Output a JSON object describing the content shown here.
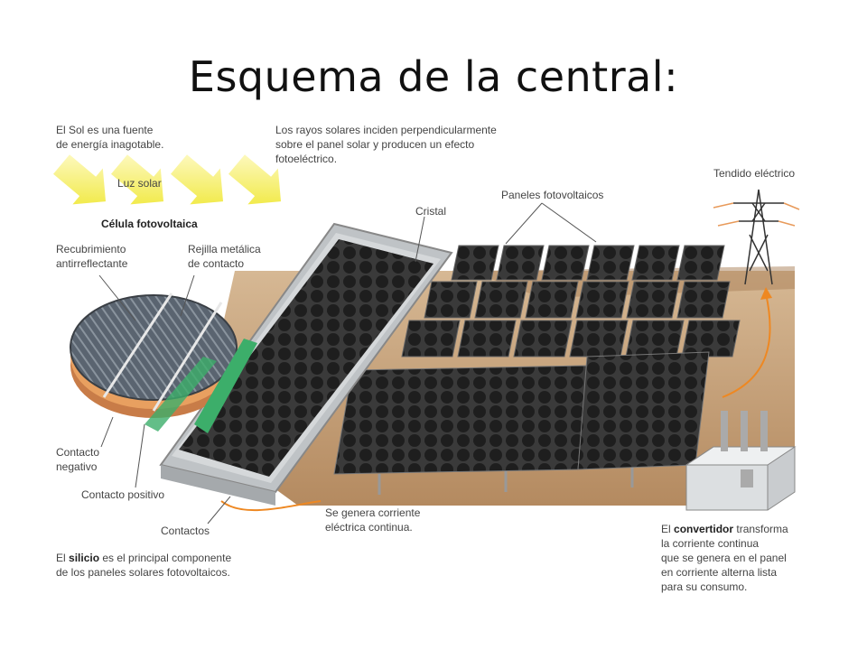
{
  "title": "Esquema de la central:",
  "labels": {
    "sun_1": "El Sol es una fuente",
    "sun_2": "de energía inagotable.",
    "rays_1": "Los rayos solares inciden perpendicularmente",
    "rays_2": "sobre el panel solar y producen un efecto",
    "rays_3": "fotoeléctrico.",
    "light": "Luz solar",
    "cell": "Célula fotovoltaica",
    "coating_1": "Recubrimiento",
    "coating_2": "antirreflectante",
    "grid_1": "Rejilla metálica",
    "grid_2": "de contacto",
    "glass": "Cristal",
    "panels": "Paneles fotovoltaicos",
    "tower": "Tendido eléctrico",
    "neg_1": "Contacto",
    "neg_2": "negativo",
    "pos": "Contacto positivo",
    "contacts": "Contactos",
    "current_1": "Se genera corriente",
    "current_2": "eléctrica continua.",
    "silicon_pre": "El ",
    "silicon_bold": "silicio",
    "silicon_post": " es el principal componente",
    "silicon_2": "de los paneles solares fotovoltaicos.",
    "conv_pre": "El ",
    "conv_bold": "convertidor",
    "conv_post": " transforma",
    "conv_2": "la corriente continua",
    "conv_3": "que se genera en el panel",
    "conv_4": "en corriente alterna lista",
    "conv_5": "para su consumo."
  },
  "colors": {
    "sun_arrow": "#f2ee3a",
    "ground": "#c8a27a",
    "panel": "#2a2a2a",
    "cell_green": "#3cae6a",
    "cell_copper": "#e8a060",
    "current_arrow": "#ee8822"
  }
}
